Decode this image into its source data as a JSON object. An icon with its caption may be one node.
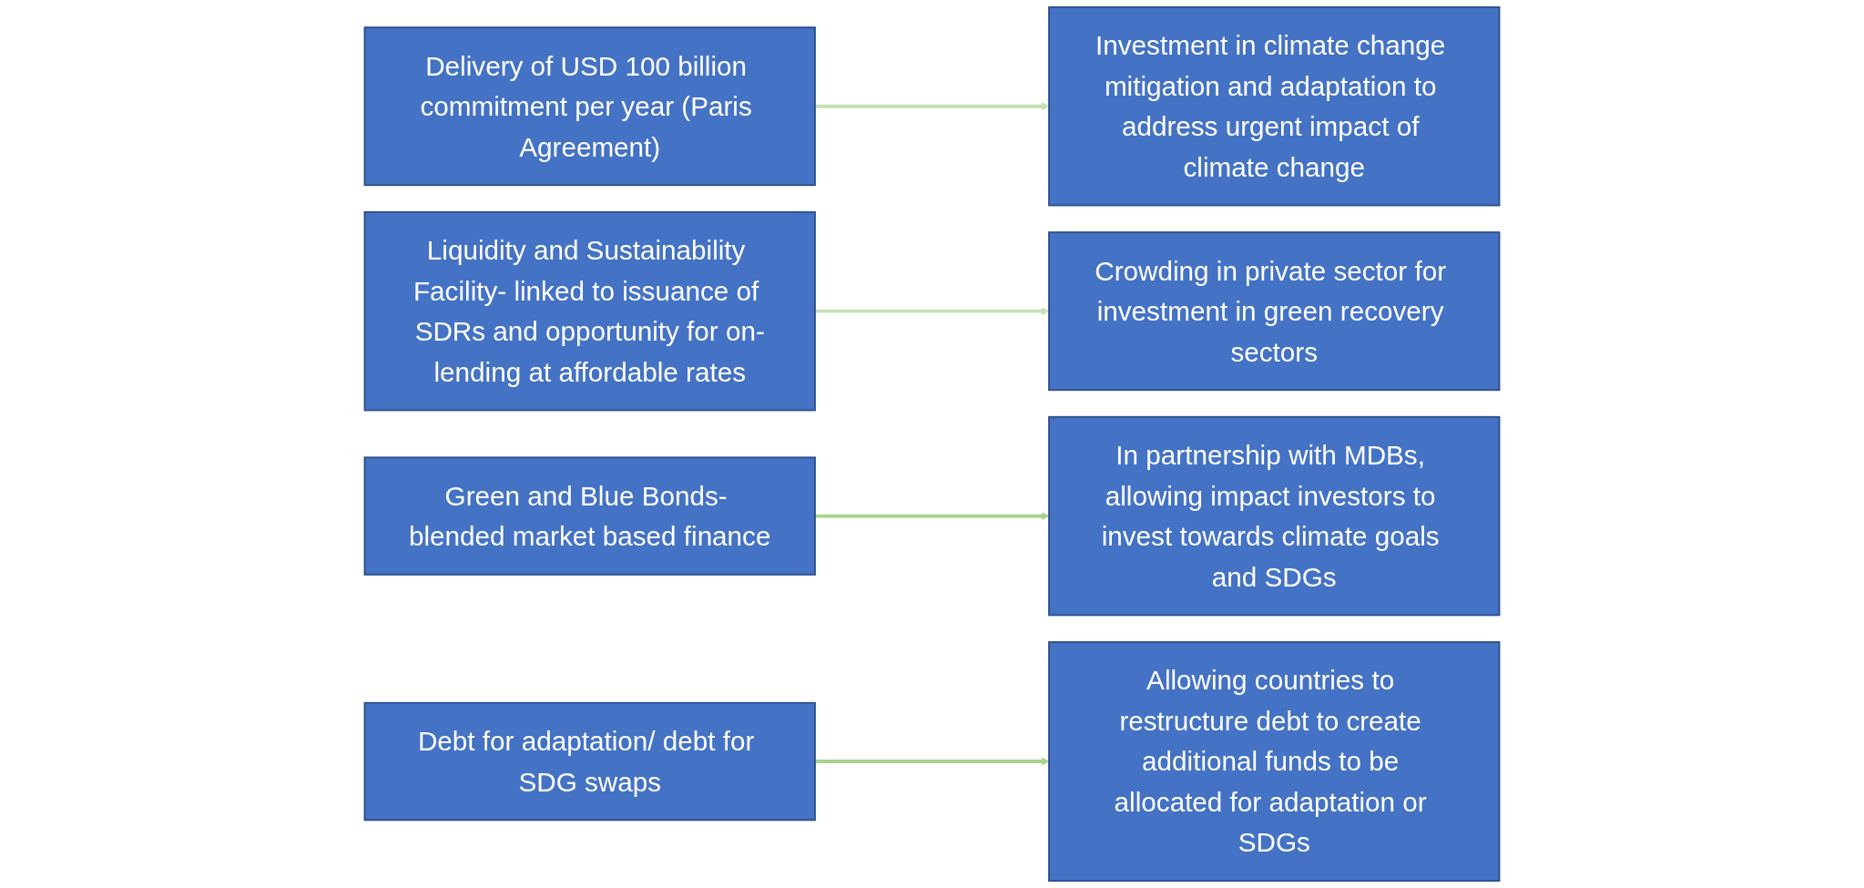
{
  "diagram": {
    "nodes": [
      {
        "text": [
          "Delivery of USD 100 billion commitment per year (Paris Agreement)"
        ]
      },
      {
        "text": [
          "Investment in climate change mitigation and adaptation to address urgent impact of climate change"
        ]
      },
      {
        "text": [
          "Liquidity and Sustainability Facility- linked to issuance of SDRs and opportunity for on-lending at affordable rates"
        ]
      },
      {
        "text": [
          "Crowding in private sector for investment in green recovery sectors"
        ]
      },
      {
        "text": [
          "Green and Blue Bonds- blended market based finance"
        ]
      },
      {
        "text": [
          "In partnership with MDBs, allowing impact investors to invest towards climate goals and SDGs"
        ]
      },
      {
        "text": [
          "Debt for adaptation/ debt for SDG swaps"
        ]
      },
      {
        "text": [
          "Allowing countries to restructure debt to create additional funds to be allocated for adaptation or SDGs"
        ]
      }
    ],
    "edges": [
      {
        "from": 0,
        "to": 1,
        "arrow": "to",
        "color": "#c5e0b4"
      },
      {
        "from": 2,
        "to": 3,
        "arrow": "to",
        "color": "#c5e0b4"
      },
      {
        "from": 4,
        "to": 5,
        "arrow": "to",
        "color": "#a9d18e"
      },
      {
        "from": 6,
        "to": 7,
        "arrow": "to",
        "color": "#a9d18e"
      }
    ]
  }
}
